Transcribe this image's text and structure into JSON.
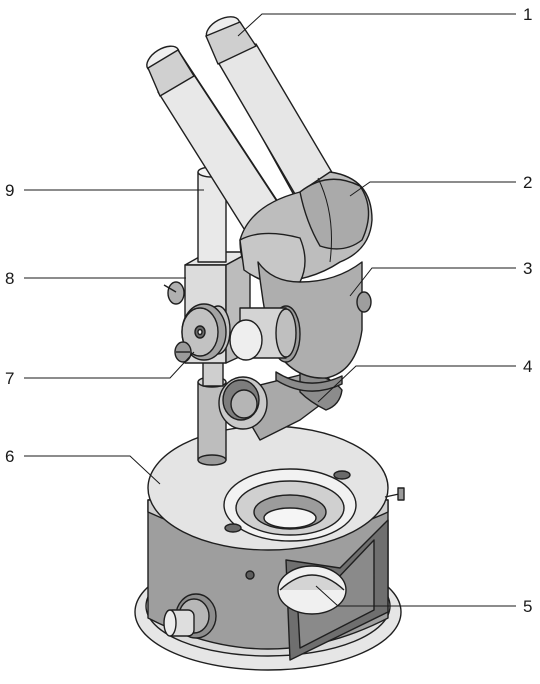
{
  "callouts": [
    {
      "id": "1",
      "label": "1"
    },
    {
      "id": "2",
      "label": "2"
    },
    {
      "id": "3",
      "label": "3"
    },
    {
      "id": "4",
      "label": "4"
    },
    {
      "id": "5",
      "label": "5"
    },
    {
      "id": "6",
      "label": "6"
    },
    {
      "id": "7",
      "label": "7"
    },
    {
      "id": "8",
      "label": "8"
    },
    {
      "id": "9",
      "label": "9"
    }
  ],
  "colors": {
    "light": "#e2e2e2",
    "mid": "#c9c9c9",
    "dark": "#9a9a9a",
    "darker": "#6e6e6e",
    "white": "#f4f4f4"
  }
}
